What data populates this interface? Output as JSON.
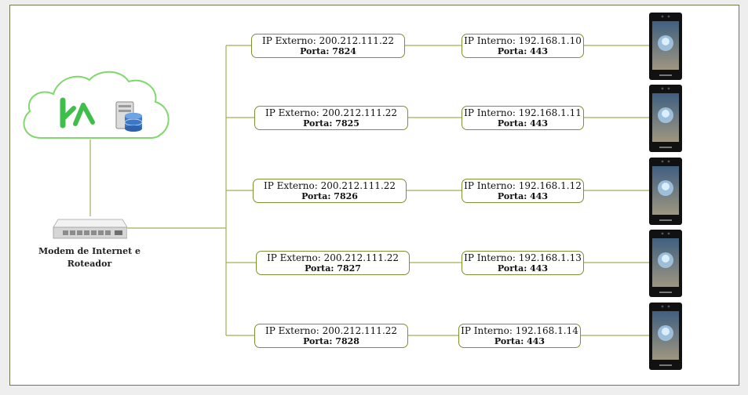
{
  "router": {
    "label": "Modem de Internet e Roteador"
  },
  "colors": {
    "connector": "#9db054",
    "box_border": "#7a9230",
    "cloud_border": "#7fd86a",
    "logo": "#3fbf4a"
  },
  "icons": [
    "cloud-icon",
    "logo-icon",
    "server-database-icon",
    "router-icon",
    "face-recognition-terminal-icon"
  ],
  "connections": [
    {
      "external": {
        "ip": "IP Externo: 200.212.111.22",
        "port": "Porta: 7824"
      },
      "internal": {
        "ip": "IP Interno: 192.168.1.10",
        "port": "Porta: 443"
      }
    },
    {
      "external": {
        "ip": "IP Externo: 200.212.111.22",
        "port": "Porta: 7825"
      },
      "internal": {
        "ip": "IP Interno: 192.168.1.11",
        "port": "Porta: 443"
      }
    },
    {
      "external": {
        "ip": "IP Externo: 200.212.111.22",
        "port": "Porta: 7826"
      },
      "internal": {
        "ip": "IP Interno: 192.168.1.12",
        "port": "Porta: 443"
      }
    },
    {
      "external": {
        "ip": "IP Externo: 200.212.111.22",
        "port": "Porta: 7827"
      },
      "internal": {
        "ip": "IP Interno: 192.168.1.13",
        "port": "Porta: 443"
      }
    },
    {
      "external": {
        "ip": "IP Externo: 200.212.111.22",
        "port": "Porta: 7828"
      },
      "internal": {
        "ip": "IP Interno: 192.168.1.14",
        "port": "Porta: 443"
      }
    }
  ]
}
